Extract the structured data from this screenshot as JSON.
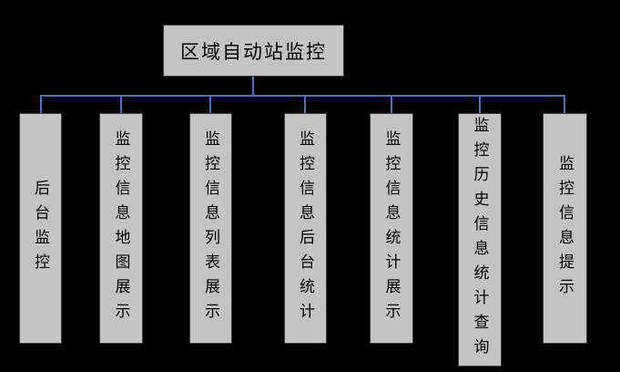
{
  "diagram": {
    "type": "tree",
    "colors": {
      "background": "#000000",
      "node_fill": "#c3c3c3",
      "node_border": "#3d3d3d",
      "connector": "#4472c4",
      "text": "#000000"
    },
    "root": {
      "label": "区域自动站监控"
    },
    "children": [
      {
        "label": "后台监控"
      },
      {
        "label": "监控信息地图展示"
      },
      {
        "label": "监控信息列表展示"
      },
      {
        "label": "监控信息后台统计"
      },
      {
        "label": "监控信息统计展示"
      },
      {
        "label": "监控历史信息统计查询"
      },
      {
        "label": "监控信息提示"
      }
    ]
  }
}
